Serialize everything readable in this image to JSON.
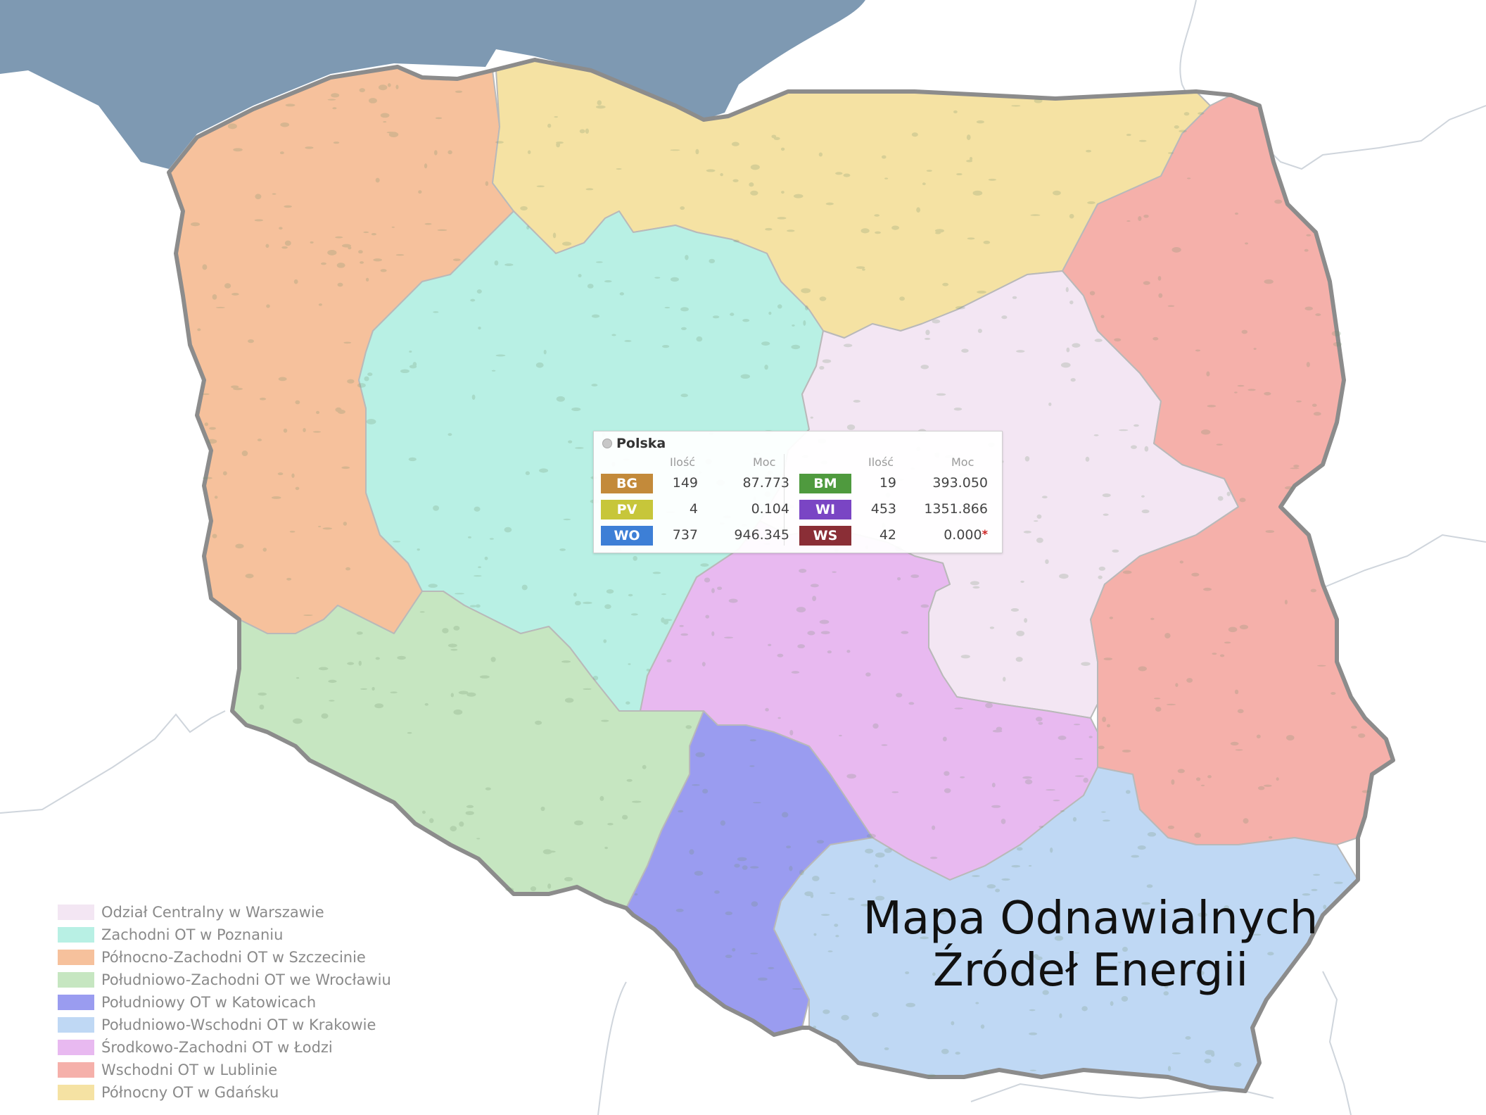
{
  "title": {
    "line1": "Mapa Odnawialnych",
    "line2": "Źródeł Energii"
  },
  "colors": {
    "sea": "#7e99b2",
    "neighbors": "#ffffff",
    "border": "#8c8c8c",
    "regions": {
      "centralny": "#f3e6f3",
      "zachodni": "#b8f0e4",
      "polnocno_zachodni": "#f6c19c",
      "poludniowo_zachodni": "#c6e6c1",
      "poludniowy": "#9a9cf0",
      "poludniowo_wschodni": "#bfd8f4",
      "srodkowo_zachodni": "#e8b9f0",
      "wschodni": "#f5b0aa",
      "polnocny": "#f5e2a3"
    }
  },
  "legend": [
    {
      "label": "Odział Centralny w Warszawie",
      "color": "#f3e6f3"
    },
    {
      "label": "Zachodni OT w Poznaniu",
      "color": "#b8f0e4"
    },
    {
      "label": "Północno-Zachodni OT w Szczecinie",
      "color": "#f6c19c"
    },
    {
      "label": "Południowo-Zachodni OT we Wrocławiu",
      "color": "#c6e6c1"
    },
    {
      "label": "Południowy OT w Katowicach",
      "color": "#9a9cf0"
    },
    {
      "label": "Południowo-Wschodni OT w Krakowie",
      "color": "#bfd8f4"
    },
    {
      "label": "Środkowo-Zachodni OT w Łodzi",
      "color": "#e8b9f0"
    },
    {
      "label": "Wschodni OT w Lublinie",
      "color": "#f5b0aa"
    },
    {
      "label": "Północny OT w Gdańsku",
      "color": "#f5e2a3"
    }
  ],
  "stats": {
    "region": "Polska",
    "header_count": "Ilość",
    "header_power": "Moc",
    "rows": [
      {
        "code": "BG",
        "count": "149",
        "power": "87.773",
        "color": "#c38a3a"
      },
      {
        "code": "BM",
        "count": "19",
        "power": "393.050",
        "color": "#4f9a3e"
      },
      {
        "code": "PV",
        "count": "4",
        "power": "0.104",
        "color": "#c7c63a"
      },
      {
        "code": "WI",
        "count": "453",
        "power": "1351.866",
        "color": "#7a45c4"
      },
      {
        "code": "WO",
        "count": "737",
        "power": "946.345",
        "color": "#3d7fd6"
      },
      {
        "code": "WS",
        "count": "42",
        "power": "0.000",
        "color": "#8a2e36",
        "flag": "*"
      }
    ]
  }
}
